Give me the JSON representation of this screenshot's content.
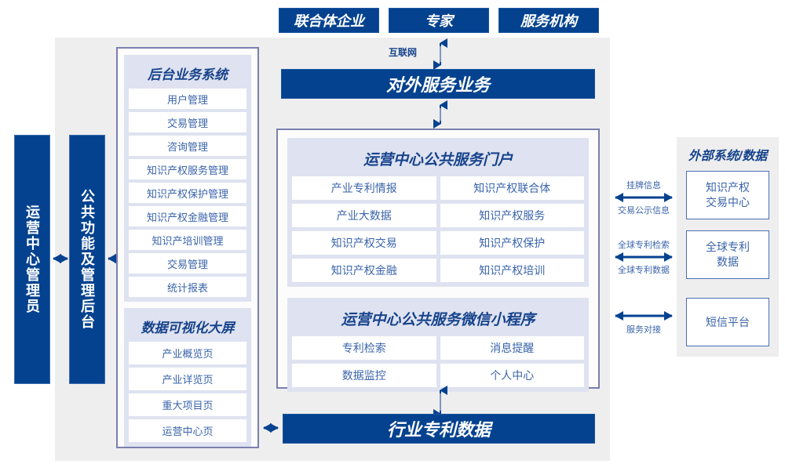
{
  "colors": {
    "primary_blue": "#04428f",
    "panel_grey": "#eeeeee",
    "group_lavender": "#dfe2f0",
    "frame_border": "#7b7fad",
    "text_blue": "#3a64ab",
    "title_blue": "#16438c"
  },
  "top_entities": [
    {
      "label": "联合体企业"
    },
    {
      "label": "专家"
    },
    {
      "label": "服务机构"
    }
  ],
  "internet_link": {
    "label": "互联网"
  },
  "external_service_bar": {
    "label": "对外服务业务"
  },
  "industry_data_bar": {
    "label": "行业专利数据"
  },
  "left_bars": [
    {
      "label": "运营中心管理员"
    },
    {
      "label": "公共功能及管理后台"
    }
  ],
  "backend_system": {
    "title": "后台业务系统",
    "items": [
      "用户管理",
      "交易管理",
      "咨询管理",
      "知识产权服务管理",
      "知识产权保护管理",
      "知识产权金融管理",
      "知识产培训管理",
      "交易管理",
      "统计报表"
    ]
  },
  "visualization_screen": {
    "title": "数据可视化大屏",
    "items": [
      "产业概览页",
      "产业详览页",
      "重大项目页",
      "运营中心页"
    ]
  },
  "service_portal": {
    "title": "运营中心公共服务门户",
    "items": [
      "产业专利情报",
      "知识产权联合体",
      "产业大数据",
      "知识产权服务",
      "知识产权交易",
      "知识产权保护",
      "知识产权金融",
      "知识产权培训"
    ]
  },
  "miniprogram": {
    "title": "运营中心公共服务微信小程序",
    "items": [
      "专利检索",
      "消息提醒",
      "数据监控",
      "个人中心"
    ]
  },
  "external": {
    "title": "外部系统/数据",
    "boxes": [
      {
        "line1": "知识产权",
        "line2": "交易中心"
      },
      {
        "line1": "全球专利",
        "line2": "数据"
      },
      {
        "line1": "短信平台",
        "line2": ""
      }
    ],
    "connectors": [
      {
        "above": "挂牌信息",
        "below": "交易公示信息"
      },
      {
        "above": "全球专利检索",
        "below": "全球专利数据"
      },
      {
        "above": "",
        "below": "服务对接"
      }
    ]
  }
}
